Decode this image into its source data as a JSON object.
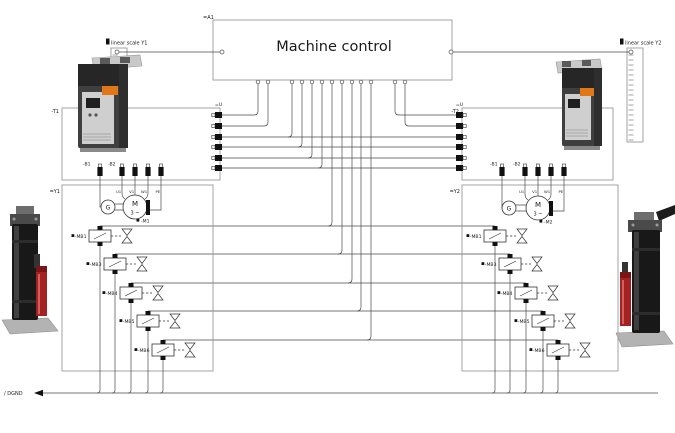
{
  "machine_control": {
    "tag": "=A1",
    "title": "Machine control"
  },
  "scales": {
    "left_label": "linear scale Y1",
    "right_label": "linear scale Y2"
  },
  "drives": {
    "left": {
      "tag": "-T1",
      "port_tag": "=U",
      "sensor1": "-B1",
      "sensor2": "-B2"
    },
    "right": {
      "tag": "-T2",
      "port_tag": "=U",
      "sensor1": "-B1",
      "sensor2": "-B2"
    }
  },
  "stations": {
    "left": {
      "tag": "=Y1",
      "motor": {
        "tag": "-M1",
        "generator": "G",
        "letter": "M",
        "phase": "3 ~",
        "t1": "U1",
        "t2": "V1",
        "t3": "W1",
        "t4": "PE"
      },
      "valves": [
        "-MB1",
        "-MB3",
        "-MB4",
        "-MB5",
        "-MB6"
      ]
    },
    "right": {
      "tag": "=Y2",
      "motor": {
        "tag": "-M2",
        "generator": "G",
        "letter": "M",
        "phase": "3 ~",
        "t1": "U1",
        "t2": "V1",
        "t3": "W1",
        "t4": "PE"
      },
      "valves": [
        "-MB1",
        "-MB3",
        "-MB4",
        "-MB5",
        "-MB6"
      ]
    }
  },
  "ground": {
    "label": "/ DGND"
  },
  "colors": {
    "wire": "#4a4a4a",
    "box_stroke": "#9a9a9a",
    "accent_orange": "#e07818",
    "pump_red": "#a42222"
  }
}
